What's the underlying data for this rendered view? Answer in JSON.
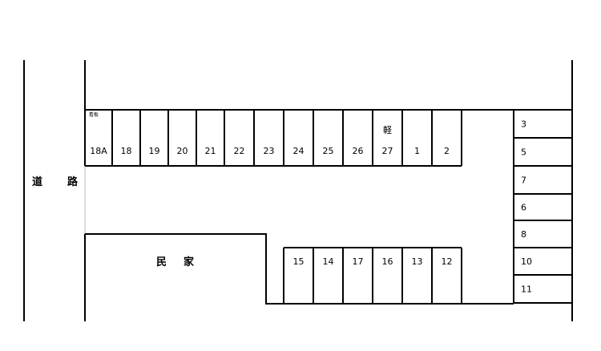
{
  "road_label": [
    "道",
    "路"
  ],
  "house_label": [
    "民",
    "家"
  ],
  "top_row": [
    {
      "number": "18A",
      "note": "看板"
    },
    {
      "number": "18"
    },
    {
      "number": "19"
    },
    {
      "number": "20"
    },
    {
      "number": "21"
    },
    {
      "number": "22"
    },
    {
      "number": "23"
    },
    {
      "number": "24"
    },
    {
      "number": "25"
    },
    {
      "number": "26"
    },
    {
      "number": "27",
      "note": "軽"
    },
    {
      "number": "1"
    },
    {
      "number": "2"
    }
  ],
  "right_column": [
    "3",
    "5",
    "7",
    "6",
    "8",
    "10",
    "11"
  ],
  "bottom_row": [
    "15",
    "14",
    "17",
    "16",
    "13",
    "12"
  ]
}
